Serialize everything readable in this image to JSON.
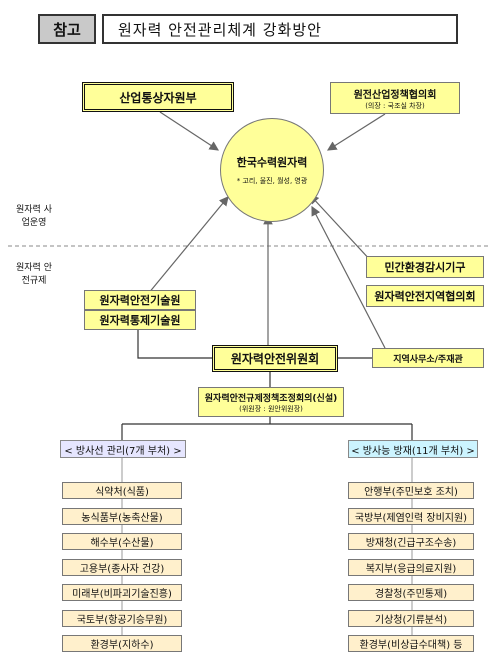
{
  "header": {
    "tag": "참고",
    "title": "원자력 안전관리체계 강화방안"
  },
  "sidebar": {
    "operation_label": "원자력 사업운영",
    "regulation_label": "원자력 안전규제"
  },
  "nodes": {
    "motie": "산업통상자원부",
    "policy_council": {
      "name": "원전산업정책협의회",
      "note": "(의장 : 국조실 차장)"
    },
    "khnp": {
      "name": "한국수력원자력",
      "note": "* 고리, 울진, 월성, 영광"
    },
    "civil_monitor": "민간환경감시기구",
    "regional_council": "원자력안전지역협의회",
    "kins": "원자력안전기술원",
    "kinac": "원자력통제기술원",
    "nssc": "원자력안전위원회",
    "regional_office": "지역사무소/주재관",
    "coord_committee": {
      "name": "원자력안전규제정책조정회의(신설)",
      "note": "(위원장 : 원안위원장)"
    }
  },
  "categories": {
    "radiation": "< 방사선 관리(7개 부처) >",
    "emergency": "< 방사능 방재(11개 부처) >"
  },
  "left_depts": [
    "식약처(식품)",
    "농식품부(농축산물)",
    "해수부(수산물)",
    "고용부(종사자 건강)",
    "미래부(비파괴기술진흥)",
    "국토부(항공기승무원)",
    "환경부(지하수)"
  ],
  "right_depts": [
    "안행부(주민보호 조치)",
    "국방부(제염인력 장비지원)",
    "방재청(긴급구조수송)",
    "복지부(응급의료지원)",
    "경찰청(주민통제)",
    "기상청(기류분석)",
    "환경부(비상급수대책) 등"
  ],
  "colors": {
    "yellow": "#ffff99",
    "left_cat": "#e6e6ff",
    "right_cat": "#ccf4ff",
    "dept": "#fff0cc"
  }
}
